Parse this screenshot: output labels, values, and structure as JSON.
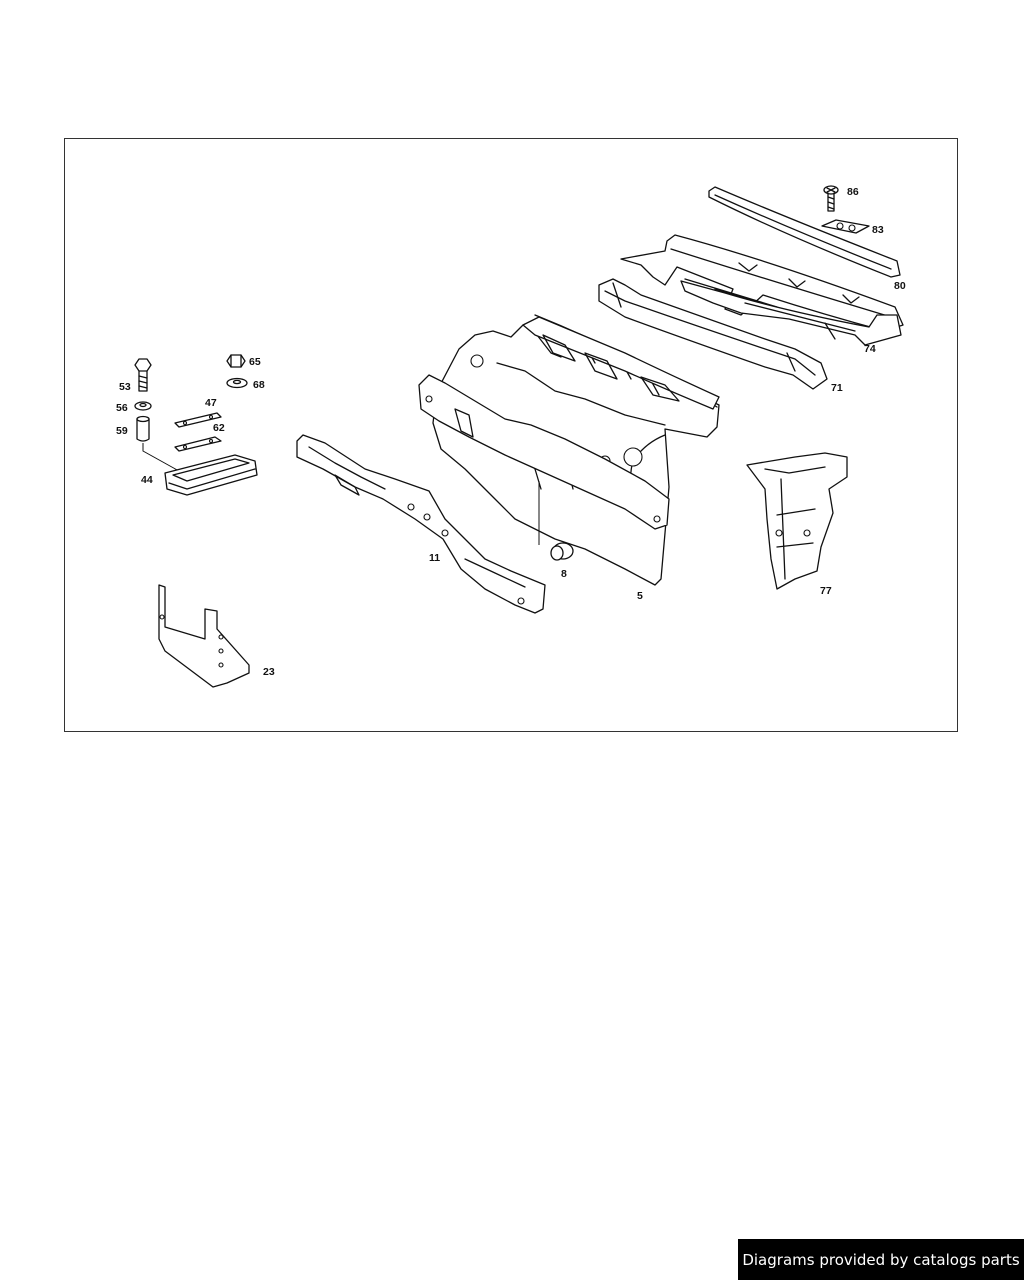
{
  "diagram": {
    "callouts": [
      {
        "id": "86",
        "text": "86"
      },
      {
        "id": "83",
        "text": "83"
      },
      {
        "id": "80",
        "text": "80"
      },
      {
        "id": "74",
        "text": "74"
      },
      {
        "id": "71",
        "text": "71"
      },
      {
        "id": "65",
        "text": "65"
      },
      {
        "id": "68",
        "text": "68"
      },
      {
        "id": "53",
        "text": "53"
      },
      {
        "id": "56",
        "text": "56"
      },
      {
        "id": "47",
        "text": "47"
      },
      {
        "id": "62",
        "text": "62"
      },
      {
        "id": "59",
        "text": "59"
      },
      {
        "id": "44",
        "text": "44"
      },
      {
        "id": "11",
        "text": "11"
      },
      {
        "id": "8",
        "text": "8"
      },
      {
        "id": "5",
        "text": "5"
      },
      {
        "id": "77",
        "text": "77"
      },
      {
        "id": "23",
        "text": "23"
      }
    ]
  },
  "footer": {
    "credit": "Diagrams provided by catalogs parts",
    "background_color": "#000000",
    "text_color": "#ffffff"
  }
}
